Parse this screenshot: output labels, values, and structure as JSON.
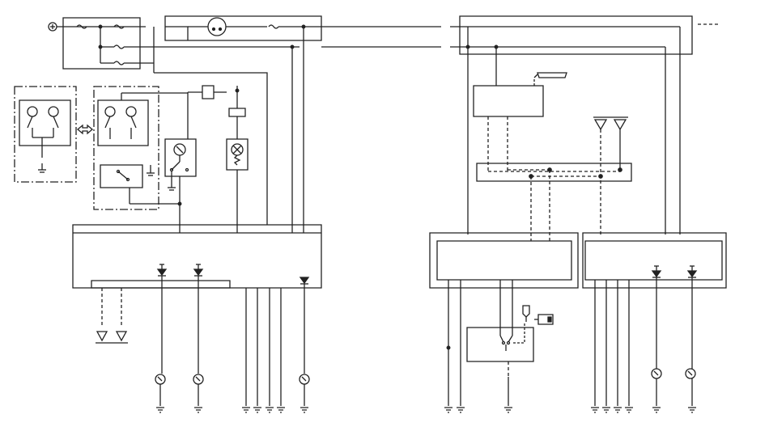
{
  "diagram": {
    "stroke_color": "#222222",
    "background": "#ffffff",
    "line_style": "solid and dashed wiring",
    "symbols": [
      "battery-terminal",
      "fuse",
      "lamp",
      "relay-coil",
      "switch",
      "diode",
      "ground",
      "connector-arrow",
      "module-block",
      "bulb",
      "key-switch"
    ]
  }
}
